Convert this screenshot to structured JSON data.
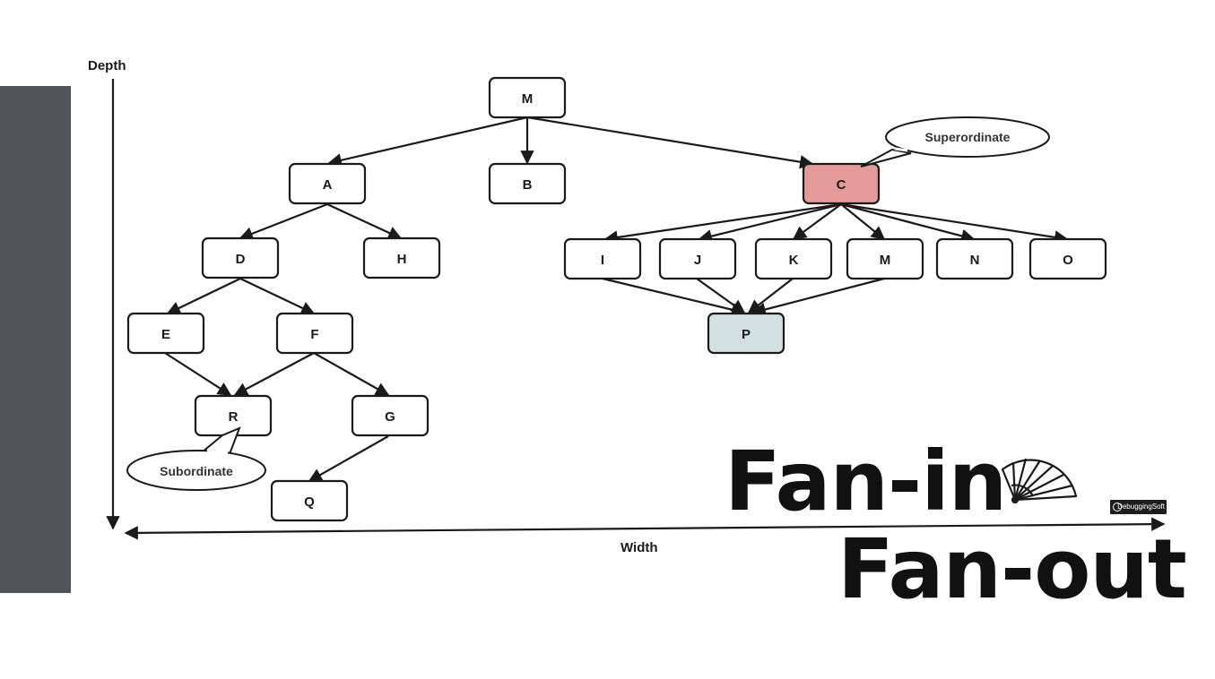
{
  "axes": {
    "depth_label": "Depth",
    "width_label": "Width"
  },
  "nodes": {
    "M": "M",
    "A": "A",
    "B": "B",
    "C": "C",
    "D": "D",
    "H": "H",
    "E": "E",
    "F": "F",
    "R": "R",
    "G": "G",
    "Q": "Q",
    "I": "I",
    "J": "J",
    "K": "K",
    "M2": "M",
    "N": "N",
    "O": "O",
    "P": "P"
  },
  "callouts": {
    "superordinate": "Superordinate",
    "subordinate": "Subordinate"
  },
  "title": {
    "line1": "Fan-in",
    "line2": "Fan-out"
  },
  "logo_text": "DebuggingSoft",
  "colors": {
    "superordinate_fill": "#e59a9a",
    "subordinate_fill": "#d2dfe3",
    "sidebar": "#505558"
  },
  "icons": [
    "fan-icon"
  ]
}
